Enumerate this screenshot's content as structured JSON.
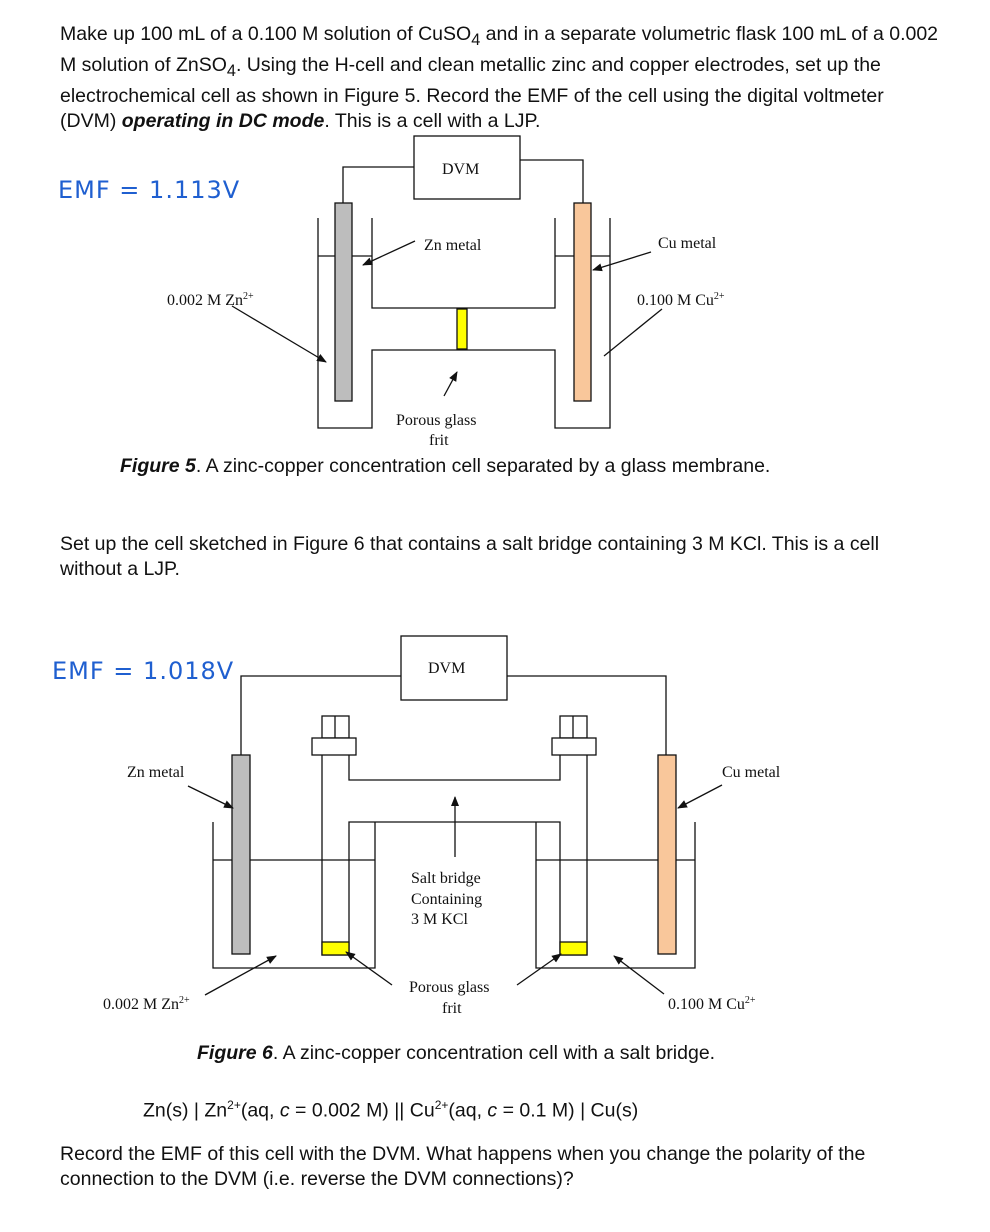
{
  "intro": {
    "part1": "Make up 100 mL of a 0.100 M solution of CuSO",
    "sub1": "4",
    "part2": " and in a separate volumetric flask 100 mL of a 0.002 M solution of ZnSO",
    "sub2": "4",
    "part3": ". Using the H-cell and clean metallic zinc and copper electrodes, set up the electrochemical cell as shown in Figure 5. Record the EMF of the cell using the digital voltmeter (DVM) ",
    "emph": "operating in DC mode",
    "part4": ". This is a cell with a LJP."
  },
  "handwritten": {
    "emf1": "EMF = 1.113V",
    "emf2": "EMF = 1.018V"
  },
  "figure5": {
    "dvm": "DVM",
    "zn_metal": "Zn metal",
    "cu_metal": "Cu metal",
    "zn_conc": "0.002 M Zn",
    "zn_charge": "2+",
    "cu_conc": "0.100 M Cu",
    "cu_charge": "2+",
    "frit_line1": "Porous glass",
    "frit_line2": "frit",
    "caption_label": "Figure 5",
    "caption_text": ". A zinc-copper concentration cell separated by a glass membrane."
  },
  "para2": "Set up the cell sketched in Figure 6 that contains a salt bridge containing 3 M KCl. This is a cell without a LJP.",
  "figure6": {
    "dvm": "DVM",
    "zn_metal": "Zn metal",
    "cu_metal": "Cu metal",
    "bridge_line1": "Salt bridge",
    "bridge_line2": "Containing",
    "bridge_line3": "3 M KCl",
    "frit_line1": "Porous glass",
    "frit_line2": "frit",
    "zn_conc": "0.002 M Zn",
    "zn_charge": "2+",
    "cu_conc": "0.100 M Cu",
    "cu_charge": "2+",
    "caption_label": "Figure 6",
    "caption_text": ". A zinc-copper concentration cell with a salt bridge."
  },
  "notation": {
    "a": "Zn(s) | Zn",
    "a_sup": "2+",
    "b": "(aq, ",
    "c_var": "c",
    "c": " = 0.002 M) || Cu",
    "c_sup": "2+",
    "d": "(aq, ",
    "d_var": "c",
    "e": " = 0.1 M) | Cu(s)"
  },
  "para4": "Record the EMF of this cell with the DVM. What happens when you change the polarity of the connection to the DVM (i.e. reverse the DVM connections)?",
  "colors": {
    "zinc": "#bdbdbd",
    "copper": "#f9c79b",
    "frit": "#ffff00",
    "handwriting": "#1f5fd0"
  }
}
